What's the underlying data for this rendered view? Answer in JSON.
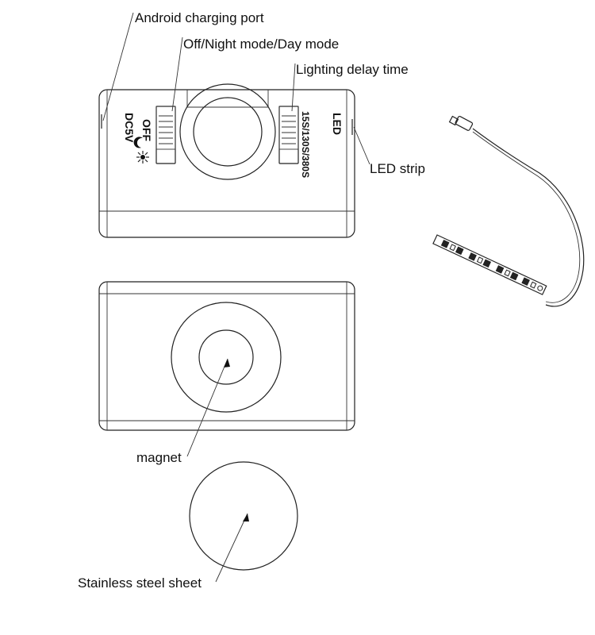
{
  "labels": {
    "charging_port": "Android charging port",
    "mode_switch": "Off/Night mode/Day mode",
    "delay_time": "Lighting delay time",
    "led_strip": "LED strip",
    "magnet": "magnet",
    "steel_sheet": "Stainless steel sheet"
  },
  "markings": {
    "dc5v": "DC5V",
    "off": "OFF",
    "delay_options": "15S/130S/380S",
    "led": "LED"
  },
  "icons": {
    "night": "crescent-moon-icon",
    "day": "sun-icon"
  }
}
